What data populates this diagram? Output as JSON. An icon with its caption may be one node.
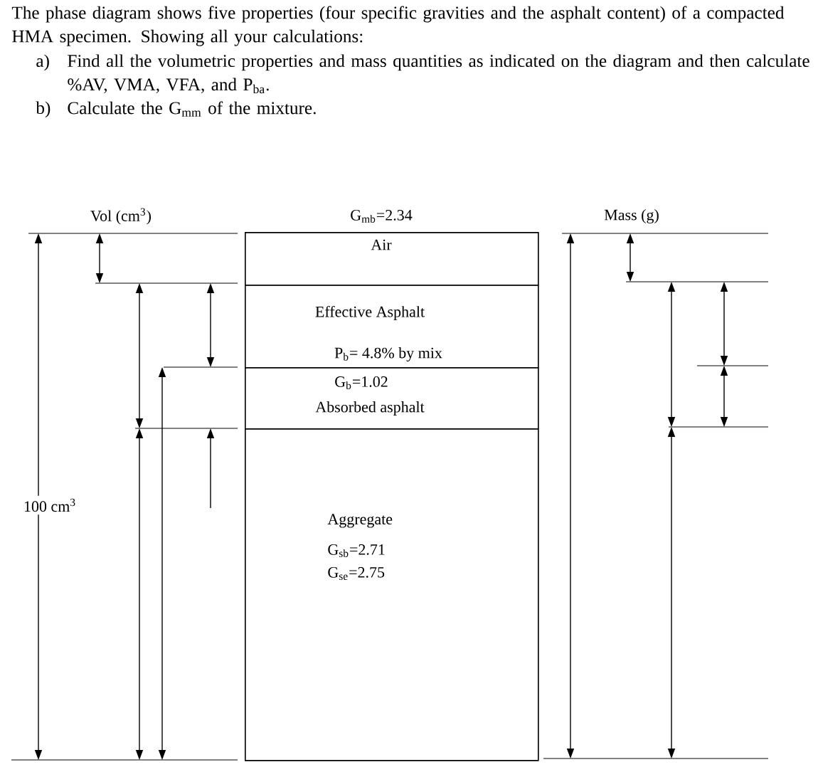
{
  "diagram": {
    "nodes": [
      {
        "text": [
          "G$_{mb}$=2.34"
        ]
      },
      {
        "text": [
          "Air"
        ],
        "in": 0
      },
      {
        "text": [
          "Effective Asphalt",
          "P$_{b}$= 4.8% by mix"
        ],
        "in": 0
      },
      {
        "text": [
          "G$_{b}$=1.02",
          "Absorbed asphalt"
        ],
        "in": 0
      },
      {
        "text": [
          "Aggregate",
          "G$_{sb}$=2.71",
          "G$_{se}$=2.75"
        ],
        "in": 0
      }
    ],
    "edges": [],
    "labels": [
      "The phase diagram shows five properties (four specific gravities and the asphalt content) of a compacted HMA specimen.  Showing all your calculations:",
      "a)",
      "Find all the volumetric properties and mass quantities as indicated on the diagram and then calculate %AV, VMA, VFA, and P$_{ba}$.",
      "b)",
      "Calculate the G$_{mm}$ of the mixture.",
      "Vol (cm$^{3}$)",
      "Mass (g)",
      "100 cm$^{3}$"
    ]
  }
}
